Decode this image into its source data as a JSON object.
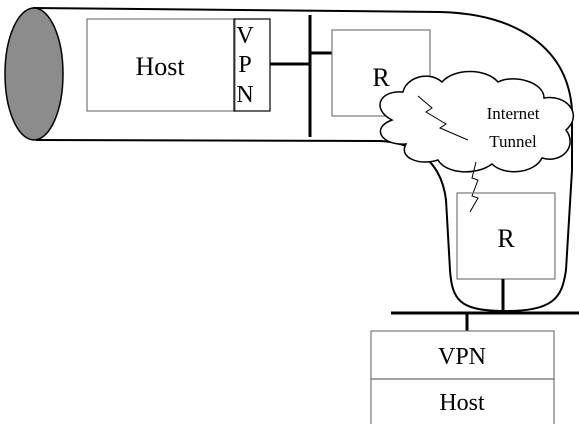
{
  "diagram": {
    "host_left": {
      "label": "Host"
    },
    "vpn_left": {
      "letters": [
        "V",
        "P",
        "N"
      ]
    },
    "router_top": {
      "label": "R"
    },
    "router_bottom": {
      "label": "R"
    },
    "cloud": {
      "line1": "Internet",
      "line2": "Tunnel"
    },
    "vpn_bottom": {
      "label": "VPN"
    },
    "host_bottom": {
      "label": "Host"
    }
  },
  "colors": {
    "tube_end_fill": "#8c8c8c",
    "stroke": "#000000",
    "box_stroke": "#777777"
  }
}
